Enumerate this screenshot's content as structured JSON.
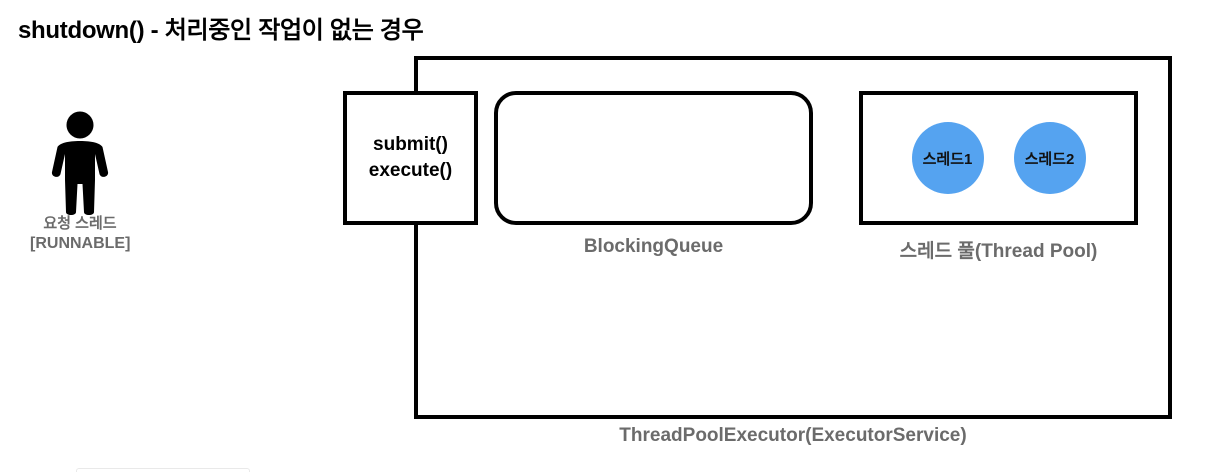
{
  "title": "shutdown() - 처리중인 작업이 없는 경우",
  "actor": {
    "icon": "person-icon",
    "label": "요청 스레드",
    "state": "[RUNNABLE]"
  },
  "submit_box": {
    "line1": "submit()",
    "line2": "execute()"
  },
  "blocking_queue": {
    "caption": "BlockingQueue",
    "items": []
  },
  "thread_pool": {
    "caption": "스레드 풀(Thread Pool)",
    "threads": [
      {
        "label": "스레드1"
      },
      {
        "label": "스레드2"
      }
    ]
  },
  "executor": {
    "caption": "ThreadPoolExecutor(ExecutorService)"
  },
  "colors": {
    "thread_fill": "#55a3f0",
    "stroke": "#000000",
    "caption_text": "#6b6b6b",
    "title_text": "#000000",
    "background": "#ffffff"
  }
}
